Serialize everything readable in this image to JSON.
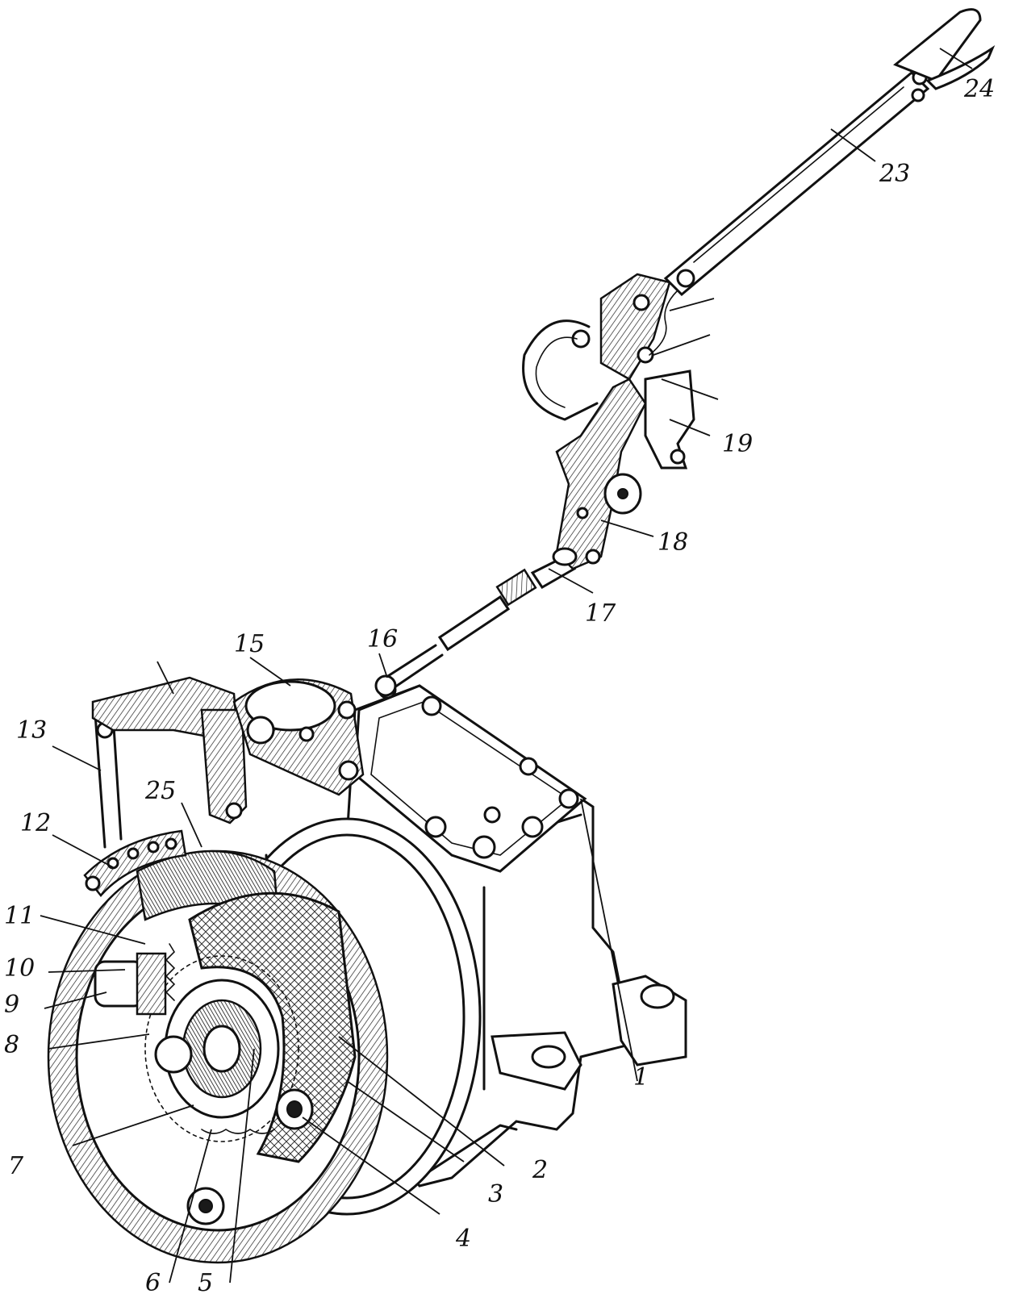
{
  "labels": [
    {
      "id": "1",
      "text": "1"
    },
    {
      "id": "2",
      "text": "2"
    },
    {
      "id": "3",
      "text": "3"
    },
    {
      "id": "4",
      "text": "4"
    },
    {
      "id": "5",
      "text": "5"
    },
    {
      "id": "6",
      "text": "6"
    },
    {
      "id": "7",
      "text": "7"
    },
    {
      "id": "8",
      "text": "8"
    },
    {
      "id": "9",
      "text": "9"
    },
    {
      "id": "10",
      "text": "10"
    },
    {
      "id": "11",
      "text": "11"
    },
    {
      "id": "12",
      "text": "12"
    },
    {
      "id": "13",
      "text": "13"
    },
    {
      "id": "15",
      "text": "15"
    },
    {
      "id": "16",
      "text": "16"
    },
    {
      "id": "17",
      "text": "17"
    },
    {
      "id": "18",
      "text": "18"
    },
    {
      "id": "19",
      "text": "19"
    },
    {
      "id": "23",
      "text": "23"
    },
    {
      "id": "24",
      "text": "24"
    },
    {
      "id": "25",
      "text": "25"
    }
  ]
}
